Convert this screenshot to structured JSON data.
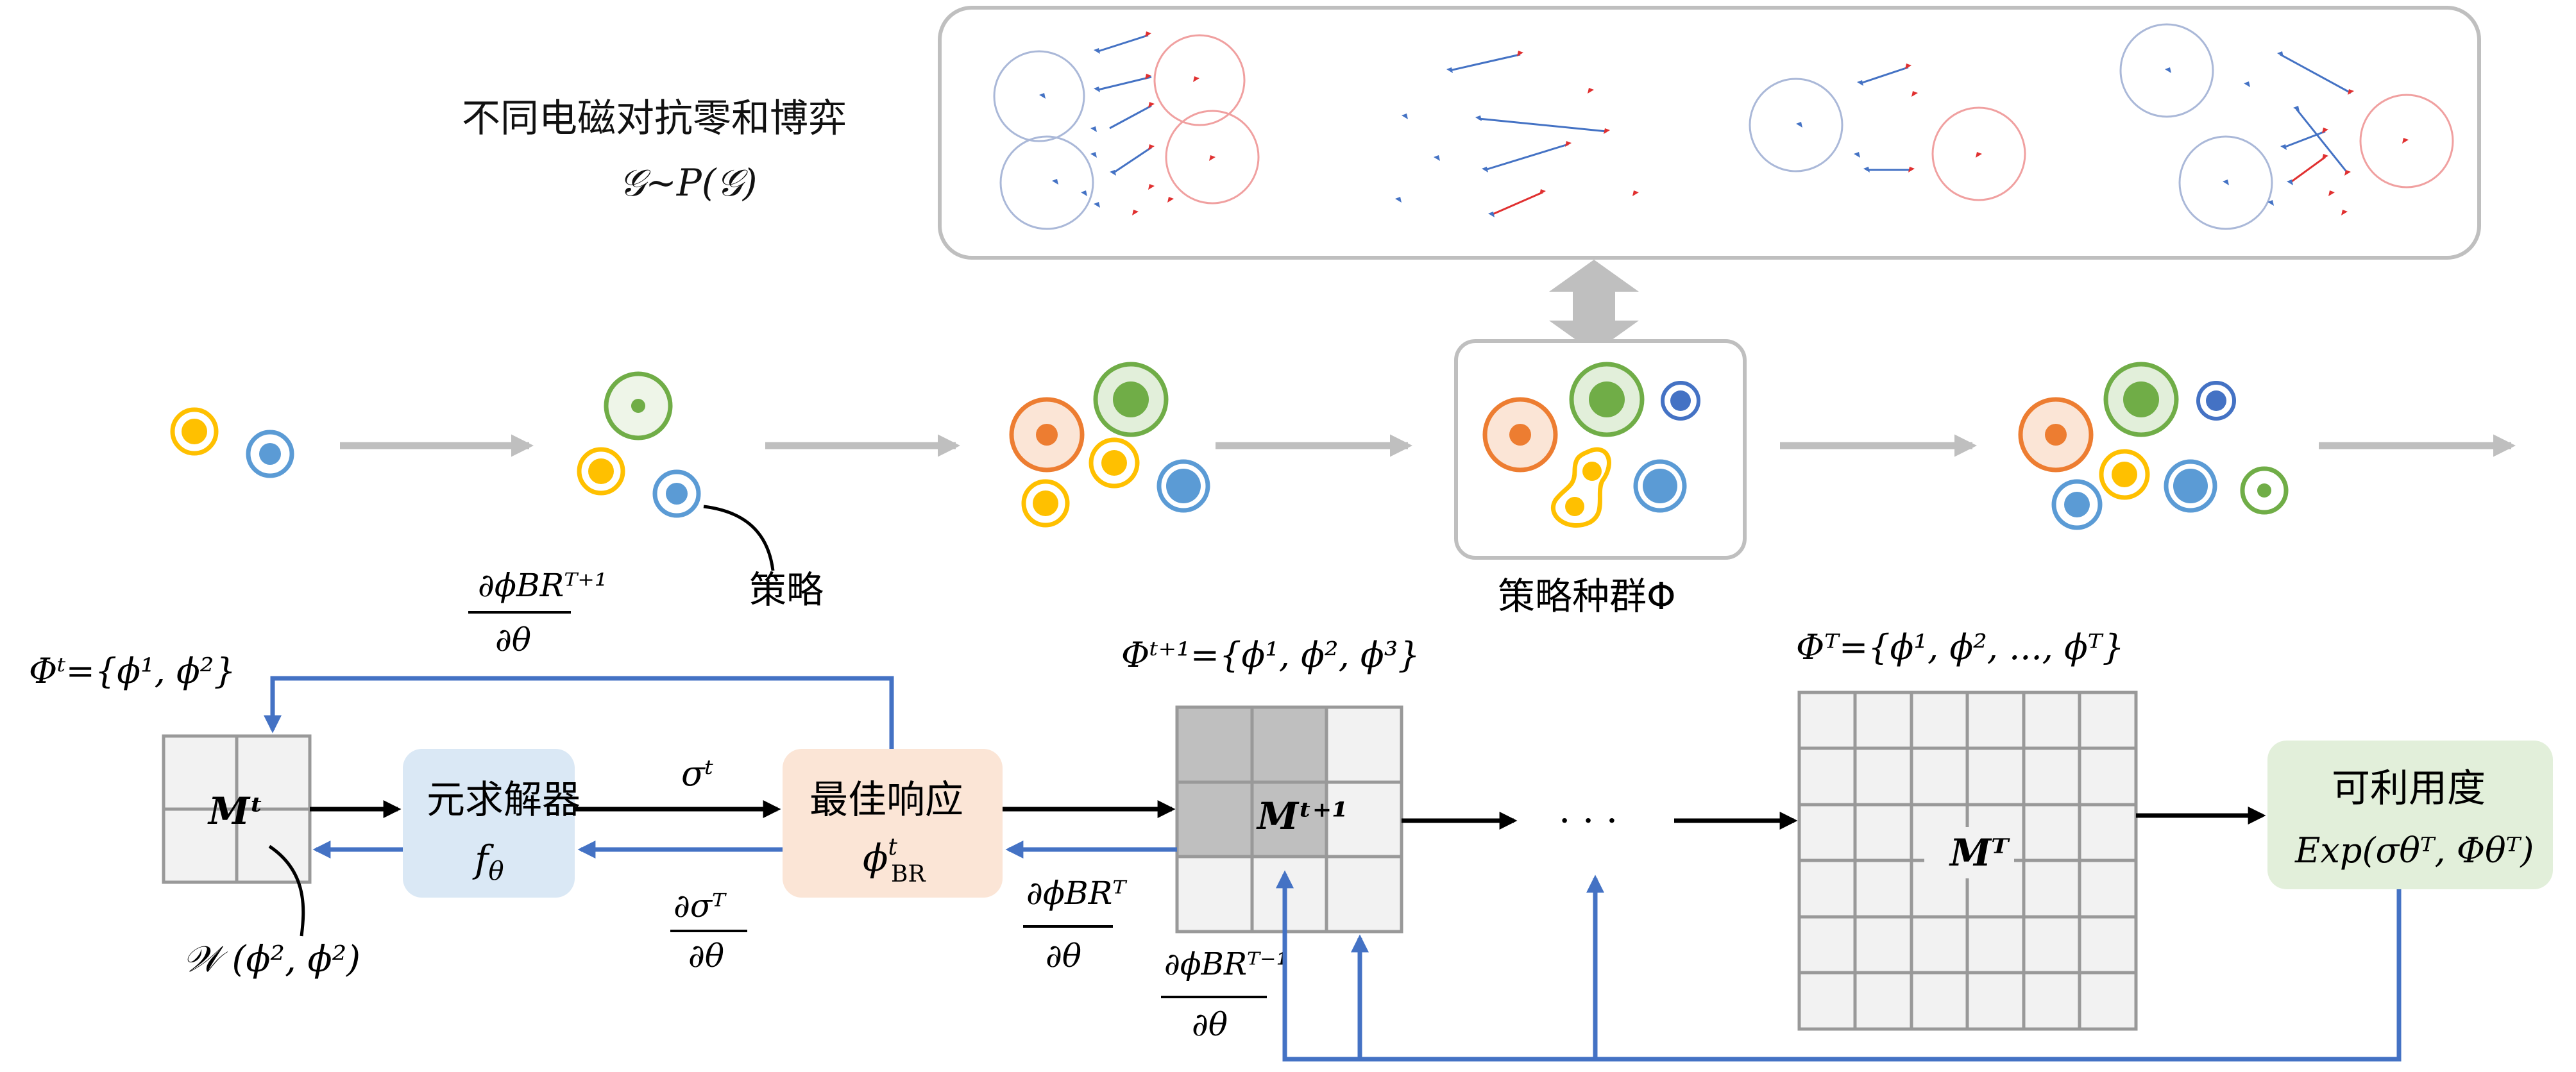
{
  "games": {
    "title": "不同电磁对抗零和博弈",
    "formula": "𝒢~P(𝒢)"
  },
  "labels": {
    "strategy": "策略",
    "population": "策略种群Φ",
    "ellipsis": "· · ·"
  },
  "sets": {
    "phi_t": "Φᵗ={ϕ¹, ϕ²}",
    "phi_t1": "Φᵗ⁺¹={ϕ¹, ϕ², ϕ³}",
    "phi_T": "Φᵀ={ϕ¹, ϕ², ..., ϕᵀ}"
  },
  "matrices": {
    "m_t": "Mᵗ",
    "m_t1": "Mᵗ⁺¹",
    "m_T": "Mᵀ",
    "w_label": "𝒲 (ϕ², ϕ²)"
  },
  "boxes": {
    "solver_title": "元求解器",
    "solver_fn": "f",
    "solver_sub": "θ",
    "br_title": "最佳响应",
    "br_sym": "ϕ",
    "br_sup": "t",
    "br_sub": "BR",
    "exp_title": "可利用度",
    "exp_formula": "Exp(σθᵀ, Φθᵀ)"
  },
  "gradients": {
    "g_top_num": "∂ϕBRᵀ⁺¹",
    "g_top_den": "∂θ",
    "g_sigma_num": "∂σᵀ",
    "g_sigma_den": "∂θ",
    "g_br_num": "∂ϕBRᵀ",
    "g_br_den": "∂θ",
    "g_brm1_num": "∂ϕBRᵀ⁻¹",
    "g_brm1_den": "∂θ",
    "sigma_t": "σᵗ"
  },
  "colors": {
    "blue_line": "#4472c4",
    "gray_arrow": "#bfbfbf",
    "yellow": "#ffc000",
    "orange": "#ed7d31",
    "green": "#70ad47",
    "lightblue": "#5b9bd5",
    "solver_bg": "#dae8f5",
    "br_bg": "#fbe5d6",
    "exp_bg": "#e2efda"
  }
}
